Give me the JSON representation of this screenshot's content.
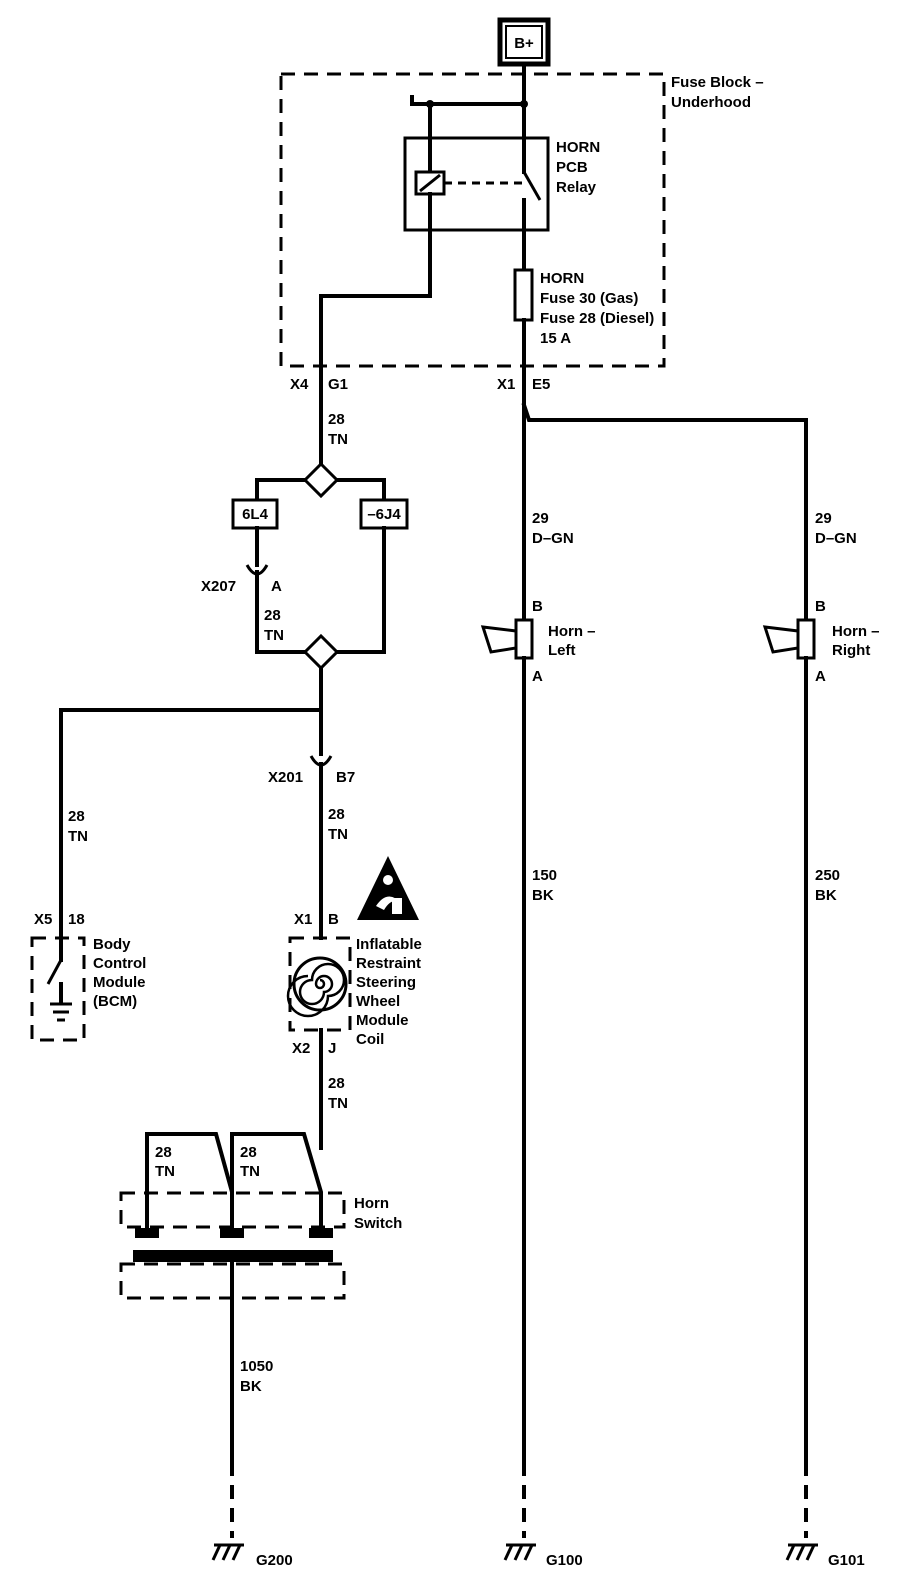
{
  "battery": {
    "label": "B+"
  },
  "fuse_block": {
    "line1": "Fuse Block –",
    "line2": "Underhood"
  },
  "relay": {
    "line1": "HORN",
    "line2": "PCB",
    "line3": "Relay"
  },
  "fuse": {
    "line1": "HORN",
    "line2": "Fuse 30 (Gas)",
    "line3": "Fuse 28 (Diesel)",
    "line4": "15 A"
  },
  "connectors": {
    "x4": "X4",
    "g1": "G1",
    "x1_top": "X1",
    "e5": "E5",
    "x207": "X207",
    "x207_pin": "A",
    "x201": "X201",
    "x201_pin": "B7",
    "x5": "X5",
    "x5_pin": "18",
    "x1_coil": "X1",
    "x1_coil_pin": "B",
    "x2_coil": "X2",
    "x2_coil_pin": "J"
  },
  "splices": {
    "left": "6L4",
    "right": "–6J4"
  },
  "wires": {
    "g1_circuit": "28",
    "g1_color": "TN",
    "x207_circuit": "28",
    "x207_color": "TN",
    "bcm_circuit": "28",
    "bcm_color": "TN",
    "x201_circuit": "28",
    "x201_color": "TN",
    "coil_out_circuit": "28",
    "coil_out_color": "TN",
    "sw1_circuit": "28",
    "sw1_color": "TN",
    "sw2_circuit": "28",
    "sw2_color": "TN",
    "horn_left_feed_circuit": "29",
    "horn_left_feed_color": "D–GN",
    "horn_right_feed_circuit": "29",
    "horn_right_feed_color": "D–GN",
    "horn_left_gnd_circuit": "150",
    "horn_left_gnd_color": "BK",
    "horn_right_gnd_circuit": "250",
    "horn_right_gnd_color": "BK",
    "switch_gnd_circuit": "1050",
    "switch_gnd_color": "BK"
  },
  "horn_left": {
    "line1": "Horn –",
    "line2": "Left",
    "pin_top": "B",
    "pin_bottom": "A"
  },
  "horn_right": {
    "line1": "Horn –",
    "line2": "Right",
    "pin_top": "B",
    "pin_bottom": "A"
  },
  "bcm": {
    "line1": "Body",
    "line2": "Control",
    "line3": "Module",
    "line4": "(BCM)"
  },
  "airbag_coil": {
    "line1": "Inflatable",
    "line2": "Restraint",
    "line3": "Steering",
    "line4": "Wheel",
    "line5": "Module",
    "line6": "Coil"
  },
  "horn_switch": {
    "line1": "Horn",
    "line2": "Switch"
  },
  "grounds": {
    "g200": "G200",
    "g100": "G100",
    "g101": "G101"
  },
  "icons": {
    "warning": "airbag-warning-icon"
  },
  "colors": {
    "line": "#000000",
    "background": "#ffffff"
  }
}
